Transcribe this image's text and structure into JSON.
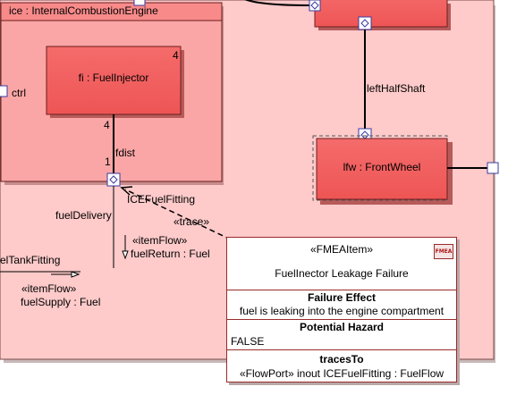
{
  "diagram": {
    "ice_title": "ice : InternalCombustionEngine",
    "fuel_injector": "fi : FuelInjector",
    "fi_multiplicity": "4",
    "ctrl_port": "ctrl",
    "fdist_mult_top": "4",
    "fdist_label": "fdist",
    "fdist_mult_bottom": "1",
    "ice_fuel_fitting": "ICEFuelFitting",
    "trace_label": "«trace»",
    "fuel_delivery": "fuelDelivery",
    "item_flow_return_stereo": "«itemFlow»",
    "fuel_return": "fuelReturn : Fuel",
    "fuel_tank_fitting": "elTankFitting",
    "item_flow_supply_stereo": "«itemFlow»",
    "fuel_supply": "fuelSupply : Fuel",
    "left_half_shaft": "leftHalfShaft",
    "front_wheel": "lfw : FrontWheel"
  },
  "fmea": {
    "stereotype": "«FMEAItem»",
    "name": "FuelInector Leakage Failure",
    "icon_text": "FMEA",
    "failure_effect_heading": "Failure Effect",
    "failure_effect_value": "fuel is leaking into the engine compartment",
    "potential_hazard_heading": "Potential Hazard",
    "potential_hazard_value": "FALSE",
    "traces_to_heading": "tracesTo",
    "traces_to_value": "«FlowPort» inout ICEFuelFitting : FuelFlow"
  },
  "colors": {
    "background_part": "#fecaca",
    "ice_fill": "#fba6a6",
    "ice_title_fill": "#f88a8a",
    "part_fill": "#f25f5f",
    "border": "#6a1d1d",
    "note_border": "#9a2a2a",
    "port_fill": "#ffffff",
    "port_border": "#3a3aa0"
  }
}
